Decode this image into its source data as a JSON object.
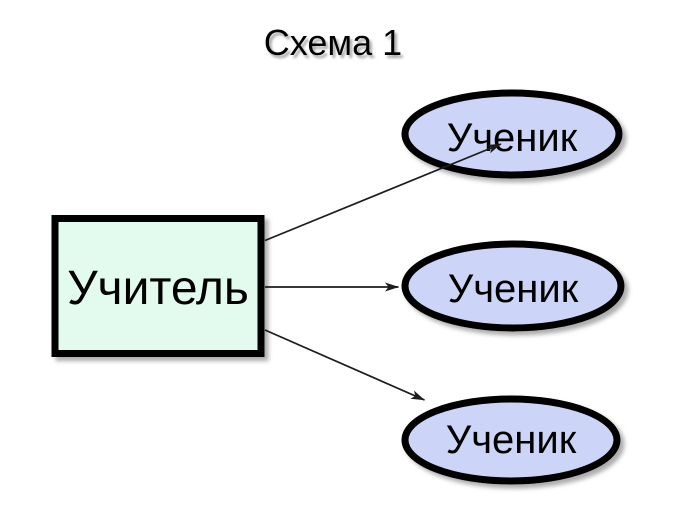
{
  "title": "Схема 1",
  "colors": {
    "background": "#ffffff",
    "teacher_fill": "#e2fbee",
    "student_fill": "#ccd5f8",
    "shape_border": "#000000",
    "arrow": "#1c1c1c",
    "text": "#000000"
  },
  "nodes": {
    "teacher": {
      "label": "Учитель",
      "shape": "rectangle"
    },
    "students": [
      {
        "label": "Ученик",
        "shape": "ellipse",
        "position": "top-right"
      },
      {
        "label": "Ученик",
        "shape": "ellipse",
        "position": "middle-right"
      },
      {
        "label": "Ученик",
        "shape": "ellipse",
        "position": "bottom-right"
      }
    ]
  },
  "edges": [
    {
      "from": "Учитель",
      "to": "Ученик (верхний)",
      "style": "arrow"
    },
    {
      "from": "Учитель",
      "to": "Ученик (средний)",
      "style": "arrow"
    },
    {
      "from": "Учитель",
      "to": "Ученик (нижний)",
      "style": "arrow"
    }
  ]
}
